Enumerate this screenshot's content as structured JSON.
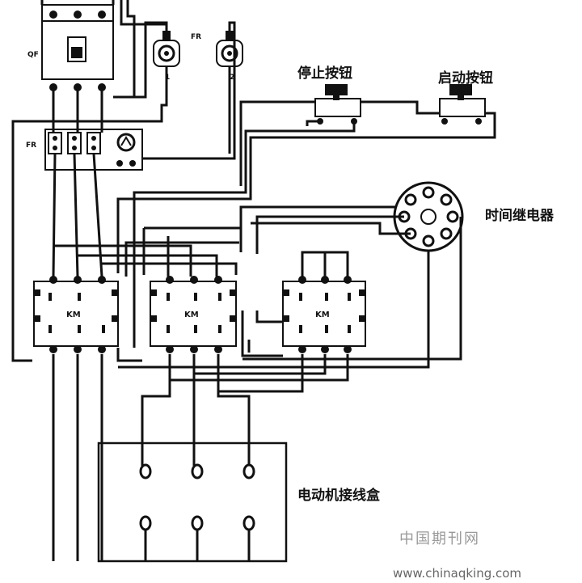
{
  "diagram": {
    "labels": {
      "breaker": "QF",
      "overload_top": "FR",
      "overload_side": "FR",
      "stop_button": "停止按钮",
      "start_button": "启动按钮",
      "time_relay": "时间继电器",
      "contactor_1": "KM",
      "contactor_2": "KM",
      "contactor_3": "KM",
      "fuse_1_number": "1",
      "fuse_2_number": "2",
      "motor_box": "电动机接线盒"
    },
    "watermark": {
      "site_name": "中国期刊网",
      "site_url": "www.chinaqking.com"
    }
  }
}
